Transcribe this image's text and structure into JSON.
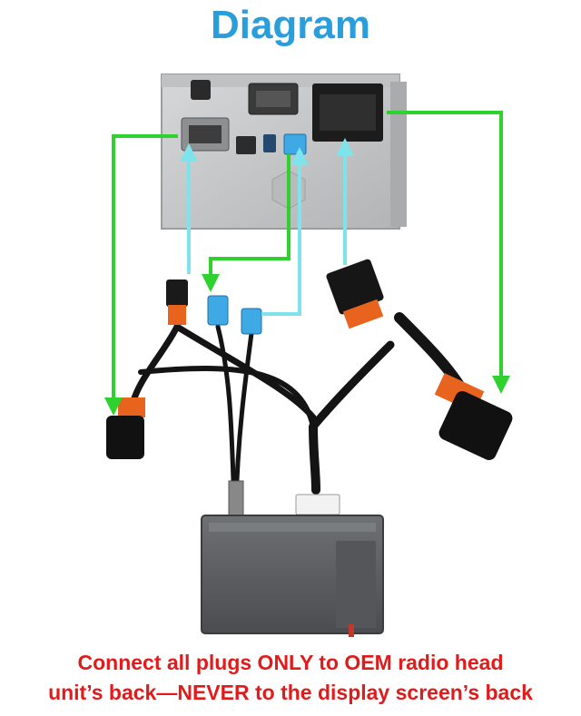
{
  "title": "Diagram",
  "warning": {
    "line1": "Connect all plugs ONLY to OEM radio head",
    "line2": "unit’s back—NEVER to the display screen’s back"
  },
  "colors": {
    "title": "#2a9ddb",
    "warning": "#e01b1b",
    "arrow_green": "#2fd12f",
    "arrow_cyan": "#7fe3ec",
    "unit_body": "#c7c9cb",
    "module_body": "#5d6063",
    "plug_orange": "#e8631e",
    "plug_blue": "#3fa9e6",
    "cable_black": "#141414"
  }
}
